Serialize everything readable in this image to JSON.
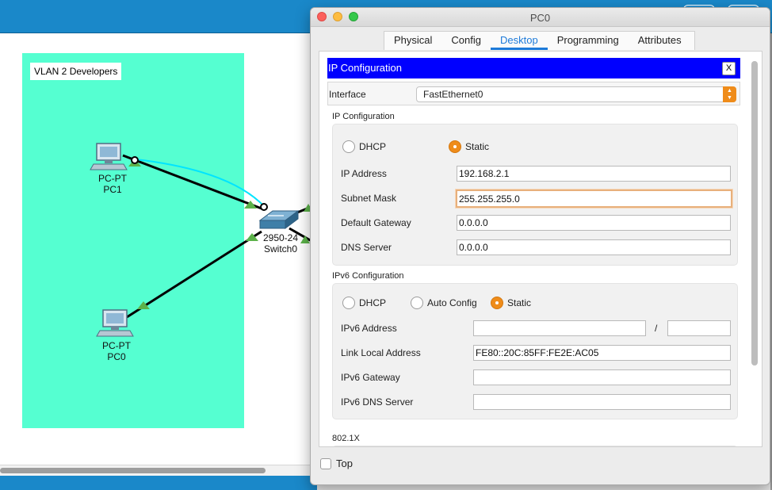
{
  "workspace": {
    "vlan_label": "VLAN 2 Developers",
    "devices": [
      {
        "type": "PC-PT",
        "name": "PC1"
      },
      {
        "type": "PC-PT",
        "name": "PC0"
      },
      {
        "type": "2950-24",
        "name": "Switch0"
      }
    ],
    "area_color": "#55ffd1",
    "link_status_color": "#5cb24a"
  },
  "window": {
    "title": "PC0",
    "tabs": [
      {
        "label": "Physical",
        "active": false
      },
      {
        "label": "Config",
        "active": false
      },
      {
        "label": "Desktop",
        "active": true
      },
      {
        "label": "Programming",
        "active": false
      },
      {
        "label": "Attributes",
        "active": false
      }
    ],
    "accent_color": "#1d7ad9",
    "panel": {
      "title": "IP Configuration",
      "close_label": "X",
      "interface_label": "Interface",
      "interface_value": "FastEthernet0",
      "ipv4": {
        "section_title": "IP Configuration",
        "mode_options": [
          "DHCP",
          "Static"
        ],
        "selected_mode": "Static",
        "fields": [
          {
            "label": "IP Address",
            "value": "192.168.2.1"
          },
          {
            "label": "Subnet Mask",
            "value": "255.255.255.0"
          },
          {
            "label": "Default Gateway",
            "value": "0.0.0.0"
          },
          {
            "label": "DNS Server",
            "value": "0.0.0.0"
          }
        ]
      },
      "ipv6": {
        "section_title": "IPv6 Configuration",
        "mode_options": [
          "DHCP",
          "Auto Config",
          "Static"
        ],
        "selected_mode": "Static",
        "address_label": "IPv6 Address",
        "address_value": "",
        "prefix_separator": "/",
        "prefix_value": "",
        "link_local_label": "Link Local Address",
        "link_local_value": "FE80::20C:85FF:FE2E:AC05",
        "gateway_label": "IPv6 Gateway",
        "gateway_value": "",
        "dns_label": "IPv6 DNS Server",
        "dns_value": ""
      },
      "dot1x_title": "802.1X"
    },
    "top_checkbox_label": "Top",
    "top_checked": false
  }
}
